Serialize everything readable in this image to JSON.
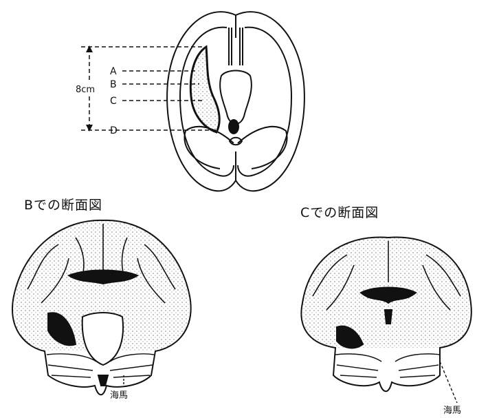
{
  "figure": {
    "scale_label": "8cm",
    "level_labels": [
      "A",
      "B",
      "C",
      "D"
    ],
    "section_b_caption": "Bでの断面図",
    "section_c_caption": "Cでの断面図",
    "hippocampus_label_b": "海馬",
    "hippocampus_label_c": "海馬"
  },
  "colors": {
    "ink": "#111111",
    "paper": "#ffffff"
  }
}
